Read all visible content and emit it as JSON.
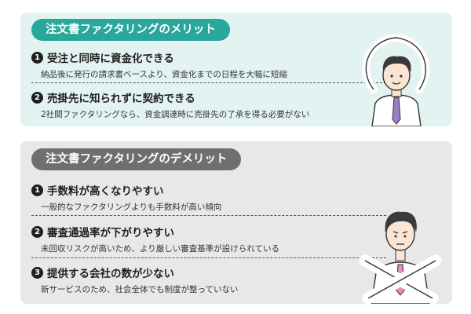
{
  "merit": {
    "title": "注文書ファクタリングのメリット",
    "items": [
      {
        "num": "1",
        "heading": "受注と同時に資金化できる",
        "desc": "納品後に発行の請求書ベースより、資金化までの日程を大幅に短縮"
      },
      {
        "num": "2",
        "heading": "売掛先に知られずに契約できる",
        "desc": "2社間ファクタリングなら、資金調達時に売掛先の了承を得る必要がない"
      }
    ]
  },
  "demerit": {
    "title": "注文書ファクタリングのデメリット",
    "items": [
      {
        "num": "1",
        "heading": "手数料が高くなりやすい",
        "desc": "一般的なファクタリングよりも手数料が高い傾向"
      },
      {
        "num": "2",
        "heading": "審査通過率が下がりやすい",
        "desc": "未回収リスクが高いため、より厳しい審査基準が設けられている"
      },
      {
        "num": "3",
        "heading": "提供する会社の数が少ない",
        "desc": "新サービスのため、社会全体でも制度が整っていない"
      }
    ]
  },
  "colors": {
    "merit_accent": "#2aa79b",
    "merit_bg": "#e3f3f1",
    "demerit_accent": "#6f6f6f",
    "demerit_bg": "#e8e8e8",
    "tie": "#9b7fc4"
  }
}
